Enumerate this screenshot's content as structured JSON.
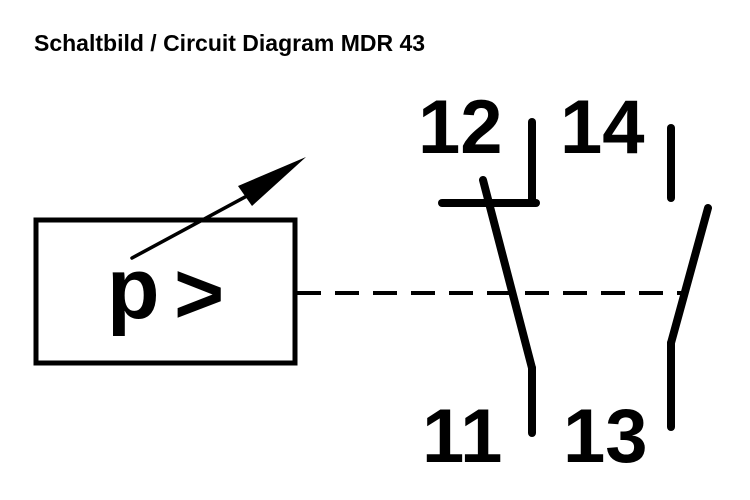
{
  "title": "Schaltbild / Circuit Diagram MDR 43",
  "sensor": {
    "symbol_p": "p",
    "symbol_gt": ">"
  },
  "terminals": {
    "t12": "12",
    "t14": "14",
    "t11": "11",
    "t13": "13"
  }
}
